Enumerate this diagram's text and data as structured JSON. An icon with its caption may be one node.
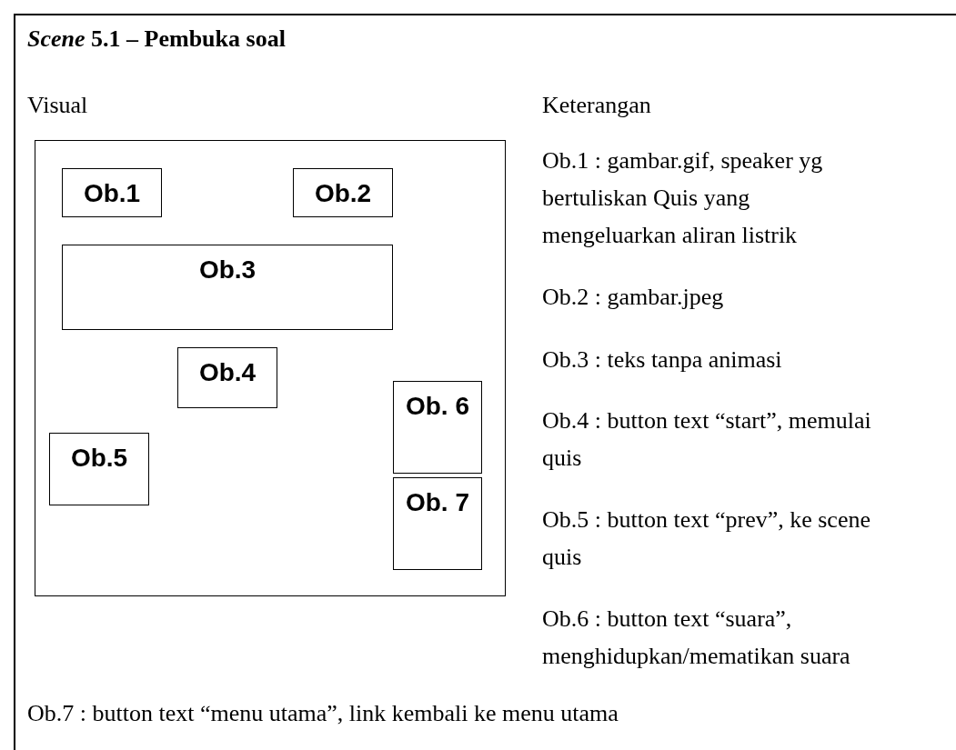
{
  "diagram": {
    "title": "*Scene* 5.1 – Pembuka soal",
    "nodes": [
      {
        "text": [],
        "shape": "box"
      },
      {
        "text": [
          "Ob.1"
        ],
        "in": 0
      },
      {
        "text": [
          "Ob.2"
        ],
        "in": 0
      },
      {
        "text": [
          "Ob.3"
        ],
        "in": 0
      },
      {
        "text": [
          "Ob.4"
        ],
        "in": 0
      },
      {
        "text": [
          "Ob. 6"
        ],
        "in": 0
      },
      {
        "text": [
          "Ob.5"
        ],
        "in": 0
      },
      {
        "text": [
          "Ob. 7"
        ],
        "in": 0
      }
    ],
    "labels": [
      "Visual",
      "Keterangan",
      "Ob.1 : gambar.gif, speaker yg bertuliskan Quis yang mengeluarkan aliran listrik",
      "Ob.2 : gambar.jpeg",
      "Ob.3 : teks tanpa animasi",
      "Ob.4 : button text “start”, memulai quis",
      "Ob.5 : button text “prev”, ke scene quis",
      "Ob.6 : button text “suara”, menghidupkan/mematikan suara",
      "Ob.7 : button text “menu utama”, link kembali ke menu utama"
    ]
  }
}
